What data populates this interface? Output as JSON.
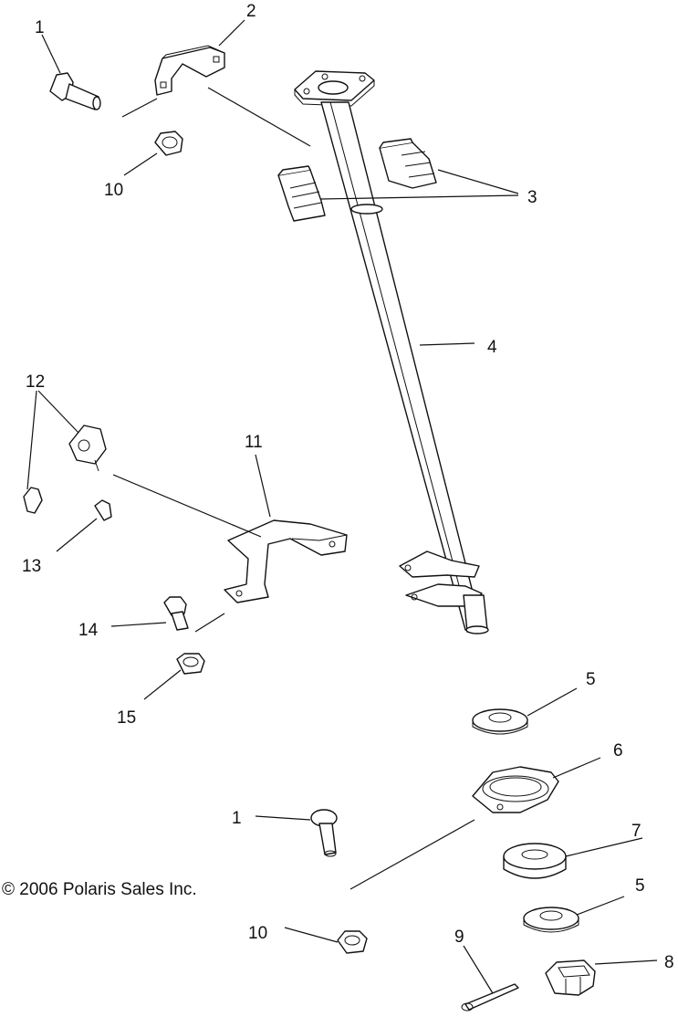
{
  "copyright": "© 2006 Polaris Sales Inc.",
  "callouts": {
    "c1_top": "1",
    "c2": "2",
    "c3": "3",
    "c4": "4",
    "c5_top": "5",
    "c6": "6",
    "c7": "7",
    "c5_bottom": "5",
    "c8": "8",
    "c9": "9",
    "c10_top": "10",
    "c10_bottom": "10",
    "c1_bottom": "1",
    "c11": "11",
    "c12": "12",
    "c13": "13",
    "c14": "14",
    "c15": "15"
  }
}
